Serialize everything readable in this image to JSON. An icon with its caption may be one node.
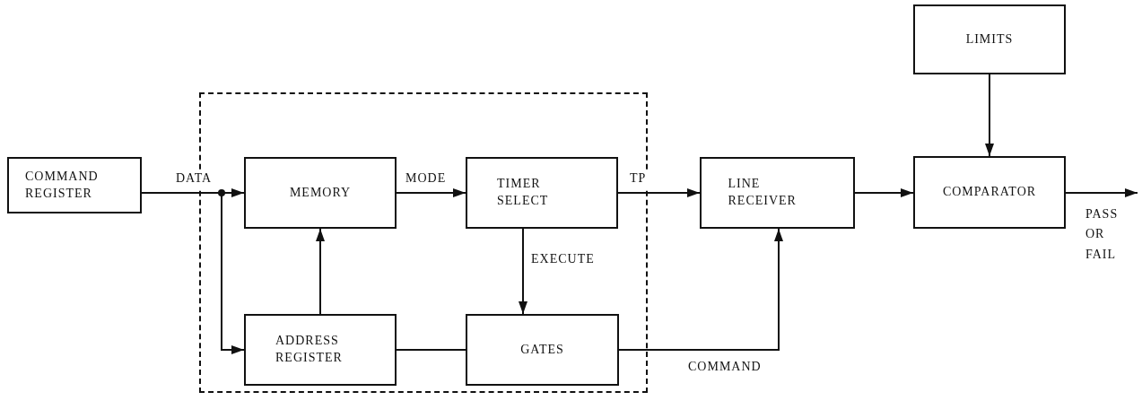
{
  "diagram": {
    "nodes": [
      {
        "text": [
          "COMMAND REGISTER"
        ]
      },
      {
        "text": [],
        "shape": "box"
      },
      {
        "text": [
          "MEMORY"
        ],
        "in": 1
      },
      {
        "text": [
          "TIMER SELECT"
        ],
        "in": 1
      },
      {
        "text": [
          "ADDRESS REGISTER"
        ],
        "in": 1
      },
      {
        "text": [
          "GATES"
        ],
        "in": 1
      },
      {
        "text": [
          "LINE RECEIVER"
        ]
      },
      {
        "text": [
          "LIMITS"
        ]
      },
      {
        "text": [
          "COMPARATOR"
        ]
      }
    ],
    "edges": [
      {
        "from": 0,
        "to": 2,
        "arrow": "to",
        "label": "DATA"
      },
      {
        "from": 0,
        "to": 4,
        "arrow": "to"
      },
      {
        "from": 4,
        "to": 2,
        "arrow": "to"
      },
      {
        "from": 2,
        "to": 3,
        "arrow": "to",
        "label": "MODE"
      },
      {
        "from": 3,
        "to": 5,
        "arrow": "to",
        "label": "EXECUTE"
      },
      {
        "from": 3,
        "to": 6,
        "arrow": "to",
        "label": "TP"
      },
      {
        "from": 4,
        "to": 5,
        "arrow": "none"
      },
      {
        "from": 5,
        "to": 6,
        "arrow": "to",
        "label": "COMMAND"
      },
      {
        "from": 6,
        "to": 8,
        "arrow": "to"
      },
      {
        "from": 7,
        "to": 8,
        "arrow": "to"
      },
      {
        "from": 8,
        "to": null,
        "arrow": "to",
        "label": "PASS OR FAIL"
      }
    ]
  }
}
